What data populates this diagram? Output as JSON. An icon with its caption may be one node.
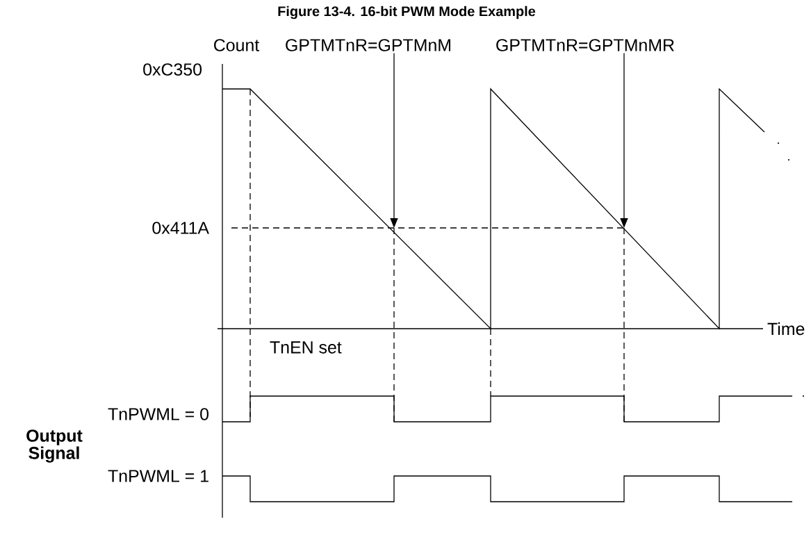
{
  "diagram": {
    "title": "Figure 13-4. 16-bit PWM Mode Example",
    "nodes": [
      {
        "text": [
          "GPTMTnR=GPTMnM"
        ]
      },
      {
        "text": [
          "GPTMTnR=GPTMnMR"
        ]
      }
    ],
    "edges": [
      {
        "from": 0,
        "to": null,
        "arrow": "to"
      },
      {
        "from": 1,
        "to": null,
        "arrow": "to"
      }
    ],
    "labels": [
      "Count",
      "0xC350",
      "0x411A",
      "Time",
      "TnEN set",
      "TnPWML = 0",
      "Output Signal",
      "TnPWML = 1"
    ]
  }
}
